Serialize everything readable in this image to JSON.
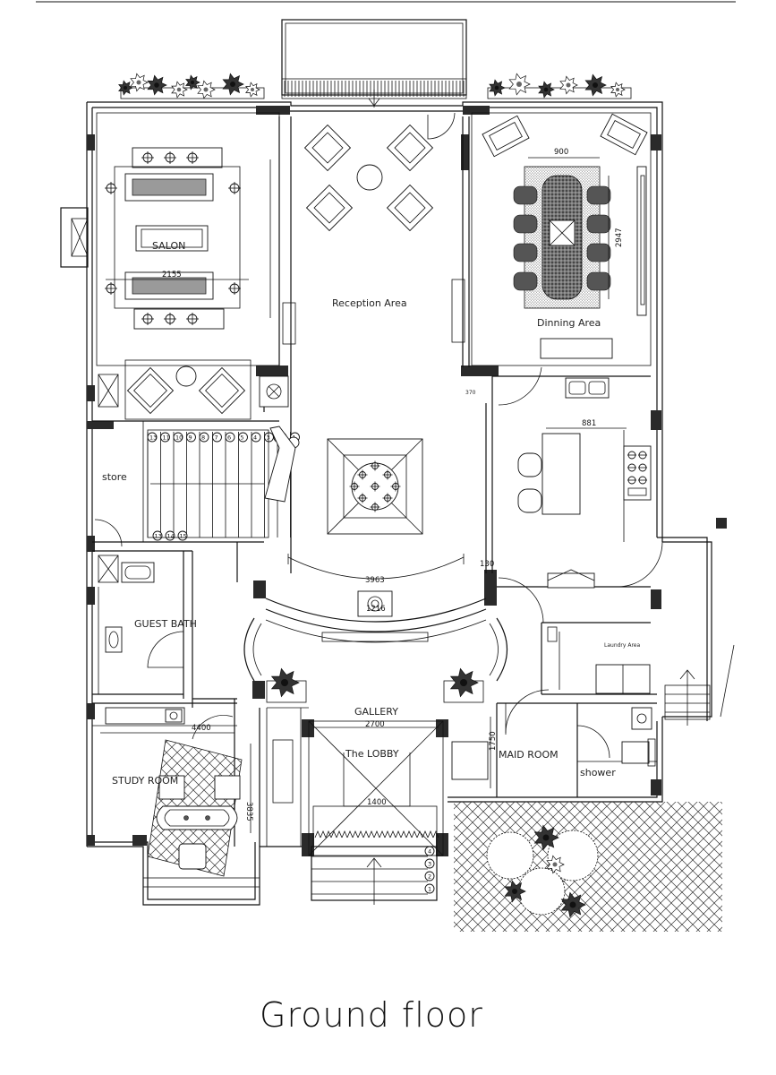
{
  "title": "Ground floor",
  "rooms": {
    "salon": "SALON",
    "reception": "Reception Area",
    "dining": "Dinning Area",
    "store": "store",
    "guest_bath": "GUEST BATH",
    "laundry": "Laundry Area",
    "gallery": "GALLERY",
    "lobby": "The LOBBY",
    "maid_room": "MAID ROOM",
    "shower": "shower",
    "study_room": "STUDY ROOM"
  },
  "dimensions": {
    "salon_width": "2155",
    "dining_table_width": "900",
    "dining_table_length": "2947",
    "reception_corner": "370",
    "kitchen_island": "881",
    "hall_arc": "3963",
    "hall_gap": "130",
    "fountain": "1216",
    "study_width": "4400",
    "study_depth": "3835",
    "gallery_width": "2700",
    "maid_depth": "1750",
    "lobby_width": "1400"
  },
  "stair_upper": [
    "13",
    "11",
    "10",
    "9",
    "8",
    "7",
    "6",
    "5",
    "4",
    "3",
    "2",
    "1"
  ],
  "stair_lower": [
    "13",
    "14",
    "15"
  ],
  "entry_steps": [
    "4",
    "3",
    "2",
    "1"
  ]
}
